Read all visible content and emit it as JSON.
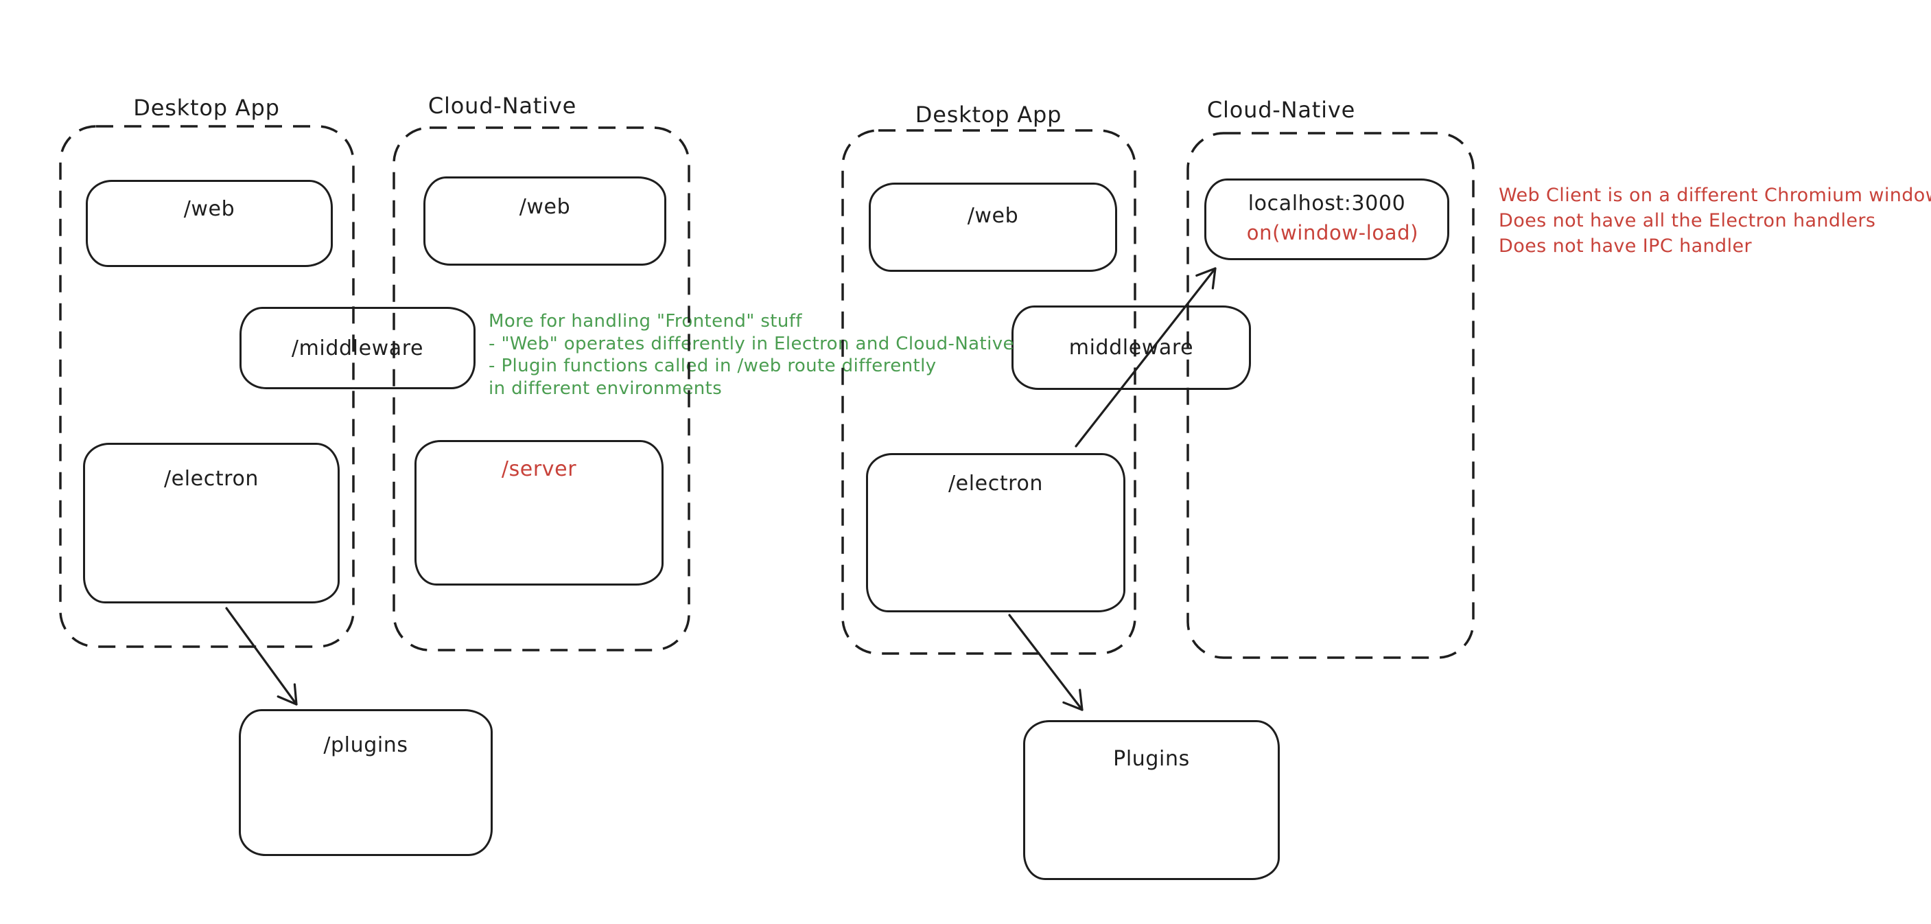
{
  "canvas": {
    "background_color": "#ffffff",
    "ink_color": "#1e1e1e",
    "red_color": "#c8423a",
    "green_color": "#4a9d50"
  },
  "left_diagram": {
    "desktop_container": {
      "title": "Desktop App"
    },
    "cloud_container": {
      "title": "Cloud-Native"
    },
    "nodes": {
      "web_desktop": "/web",
      "middleware": "/middleware",
      "electron": "/electron",
      "web_cloud": "/web",
      "server": "/server",
      "plugins": "/plugins"
    },
    "green_note": {
      "lines": [
        "More for handling \"Frontend\" stuff",
        "- \"Web\" operates differently in Electron and Cloud-Native",
        "- Plugin functions called in /web route differently",
        "in different environments"
      ]
    }
  },
  "right_diagram": {
    "desktop_container": {
      "title": "Desktop App"
    },
    "cloud_container": {
      "title": "Cloud-Native"
    },
    "nodes": {
      "web": "/web",
      "middleware": "middleware",
      "electron": "/electron",
      "localhost": "localhost:3000",
      "window_load": "on(window-load)",
      "plugins": "Plugins"
    },
    "red_note": {
      "lines": [
        "Web Client is on a different Chromium window",
        "Does not have all the Electron handlers",
        "Does not have IPC handler"
      ]
    }
  }
}
